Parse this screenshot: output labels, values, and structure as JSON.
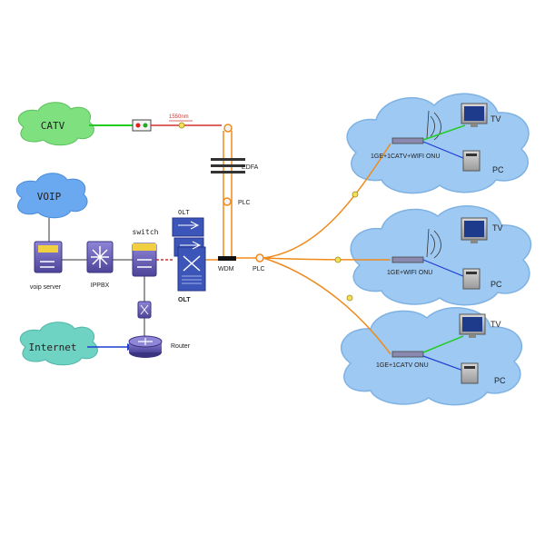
{
  "nodes": {
    "catv": "CATV",
    "voip": "VOIP",
    "internet": "Internet",
    "voip_server": "voip server",
    "ippbx": "IPPBX",
    "switch": "switch",
    "router": "Router",
    "olt_title": "OLT",
    "olt_label": "OLT",
    "edfa": "EDFA",
    "plc_top": "PLC",
    "wdm": "WDM",
    "plc_main": "PLC",
    "wavelength": "1550nm"
  },
  "homes": [
    {
      "onu": "1GE+1CATV+WIFI ONU",
      "tv": "TV",
      "pc": "PC"
    },
    {
      "onu": "1GE+WIFI ONU",
      "tv": "TV",
      "pc": "PC"
    },
    {
      "onu": "1GE+1CATV ONU",
      "tv": "TV",
      "pc": "PC"
    }
  ],
  "colors": {
    "catv_cloud": "#7fe07f",
    "voip_cloud": "#6aa8f0",
    "internet_cloud": "#6fd3c4",
    "home_cloud": "#9dc9f3",
    "fiber_orange": "#f08a1c",
    "link_green": "#22cc22",
    "link_blue": "#1f3fd0",
    "device_purple": "#6a60b8"
  }
}
